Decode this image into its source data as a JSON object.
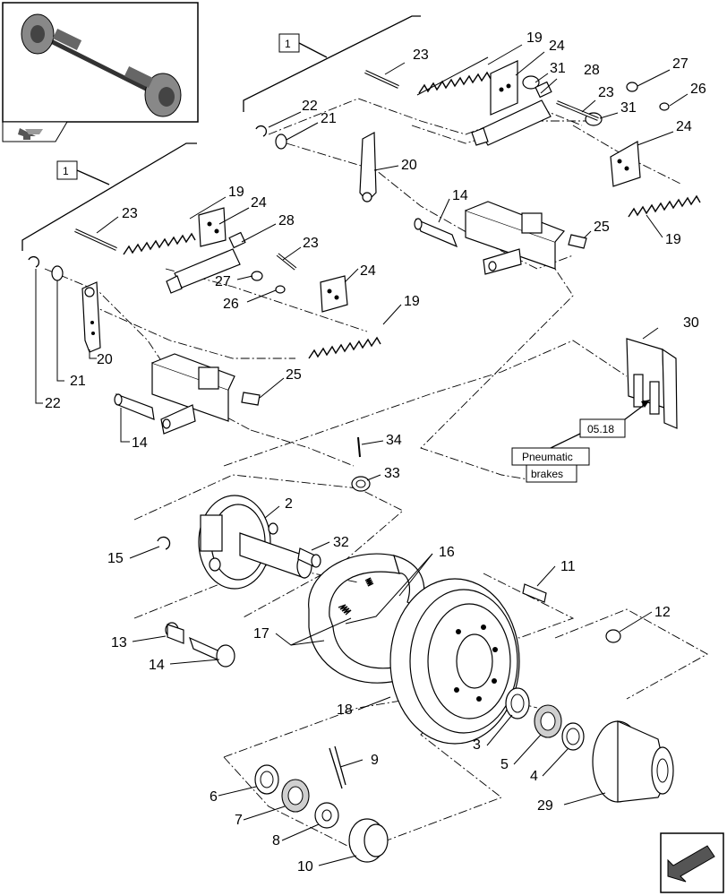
{
  "callouts": {
    "c2": "2",
    "c3": "3",
    "c4": "4",
    "c5": "5",
    "c6": "6",
    "c7": "7",
    "c8": "8",
    "c9": "9",
    "c10": "10",
    "c11": "11",
    "c12": "12",
    "c13": "13",
    "c14a": "14",
    "c14b": "14",
    "c14c": "14",
    "c15": "15",
    "c16": "16",
    "c17": "17",
    "c18": "18",
    "c19a": "19",
    "c19b": "19",
    "c19c": "19",
    "c19d": "19",
    "c20a": "20",
    "c20b": "20",
    "c21a": "21",
    "c21b": "21",
    "c22a": "22",
    "c22b": "22",
    "c23a": "23",
    "c23b": "23",
    "c23c": "23",
    "c23d": "23",
    "c24a": "24",
    "c24b": "24",
    "c24c": "24",
    "c24d": "24",
    "c25a": "25",
    "c25b": "25",
    "c26a": "26",
    "c26b": "26",
    "c27a": "27",
    "c27b": "27",
    "c28a": "28",
    "c28b": "28",
    "c29": "29",
    "c30": "30",
    "c31a": "31",
    "c31b": "31",
    "c32": "32",
    "c33": "33",
    "c34": "34"
  },
  "group_boxes": {
    "top": "1",
    "left": "1"
  },
  "reference": {
    "code": "05.18",
    "line1": "Pneumatic",
    "line2": "brakes"
  },
  "icons": {
    "thumbnail": "axle-thumbnail-icon",
    "nav_small": "navigate-arrow-icon",
    "nav_large": "next-page-arrow-icon"
  }
}
